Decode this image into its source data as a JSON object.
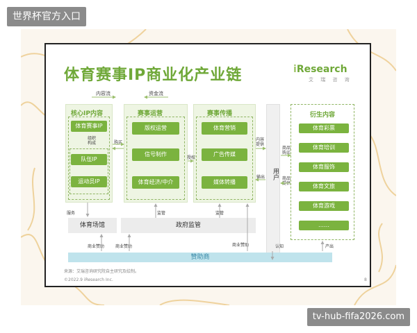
{
  "overlay": {
    "title": "世界杯官方入口",
    "source": "tv-hub-fifa2026.com"
  },
  "slide": {
    "title": "体育赛事IP商业化产业链",
    "brand": {
      "logo_i": "i",
      "logo_main": "Research",
      "sub": "艾 瑞 咨 询"
    },
    "top_labels": {
      "content_flow": "内容流",
      "capital_flow": "资金流"
    },
    "core_ip": {
      "title": "核心IP内容",
      "items": [
        "体育赛事IP",
        "队伍IP",
        "运动员IP"
      ],
      "relation": "组织\n构成"
    },
    "operation": {
      "title": "赛事运营",
      "items": [
        "版权运营",
        "信号制作",
        "体育经济/中介"
      ]
    },
    "broadcast": {
      "title": "赛事传播",
      "items": [
        "体育营销",
        "广告传媒",
        "媒体转播"
      ]
    },
    "users": "用户",
    "derivative": {
      "title": "衍生内容",
      "items": [
        "体育彩票",
        "体育培训",
        "体育服饰",
        "体育文旅",
        "体育游戏",
        "……"
      ]
    },
    "edge_labels": {
      "buy": "购买",
      "license": "授权",
      "output": "输出",
      "content_provide": "内容\n提供",
      "purchase": "商品\n购买",
      "commodity_provide": "商品\n提供",
      "service": "服务",
      "supervise": "监管",
      "business_sponsor": "商业赞助",
      "acknowledge": "认知",
      "output_bottom": "产出"
    },
    "bottom": {
      "venue": "体育场馆",
      "gov": "政府监管",
      "sponsor": "赞助商"
    },
    "footer": {
      "source": "来源：艾瑞咨询研究院自主研究及绘制。",
      "copyright": "©2022.9 iResearch Inc.",
      "page": "8"
    }
  },
  "colors": {
    "green": "#7bb33f",
    "light_green": "#eef5e3",
    "blue": "#bfe3ec",
    "title": "#6fa838"
  }
}
